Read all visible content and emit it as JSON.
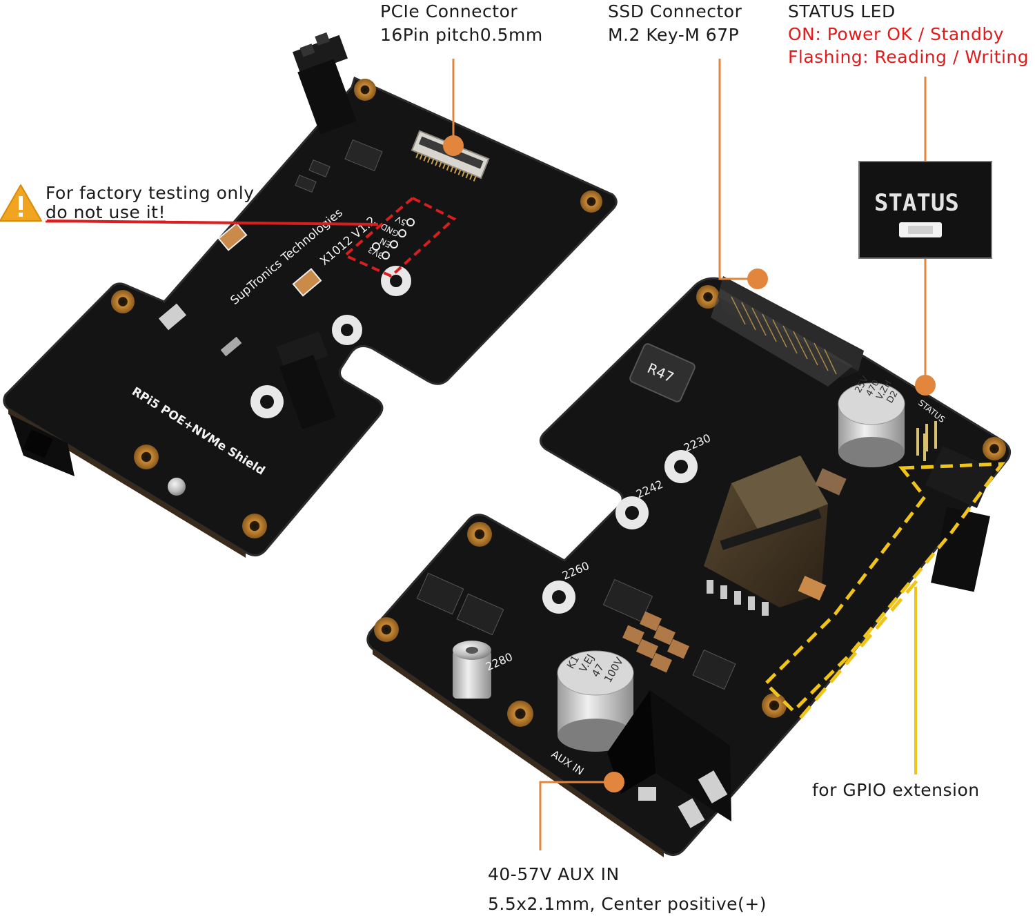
{
  "board_top": {
    "brand": "SupTronics Technologies",
    "model": "X1012 V1.2",
    "name": "RPi5 POE+NVMe Shield",
    "pins": [
      "5V",
      "GND",
      "EN",
      "3V3"
    ]
  },
  "board_bottom": {
    "status_silk": "STATUS",
    "inductor": "R47",
    "cap_small": [
      "25V",
      "470",
      "V.ZH",
      "D2"
    ],
    "cap_big": [
      "100V",
      "47",
      "V.EJ",
      "K1"
    ],
    "sizes": [
      "2230",
      "2242",
      "2260",
      "2280"
    ],
    "aux_silk": "AUX IN"
  },
  "callouts": {
    "pcie": {
      "title": "PCIe Connector",
      "detail": "16Pin pitch0.5mm"
    },
    "ssd": {
      "title": "SSD Connector",
      "detail": "M.2 Key-M 67P"
    },
    "status": {
      "title": "STATUS LED",
      "line1": "ON: Power OK / Standby",
      "line2": "Flashing: Reading / Writing"
    },
    "factory": {
      "line1": "For factory testing only,",
      "line2": "do not use it!"
    },
    "aux": {
      "line1": "40-57V AUX IN",
      "line2": "5.5x2.1mm, Center positive(+)"
    },
    "gpio": {
      "label": "for GPIO extension"
    }
  },
  "status_inset": {
    "text": "STATUS"
  },
  "colors": {
    "pcb": "#141414",
    "leader": "#e3863d",
    "factory_line": "#d81e1e",
    "status_red": "#e01b1b",
    "gpio_yellow": "#f0c419",
    "gold_pad": "#b0742a",
    "warning": "#f0a41f"
  }
}
